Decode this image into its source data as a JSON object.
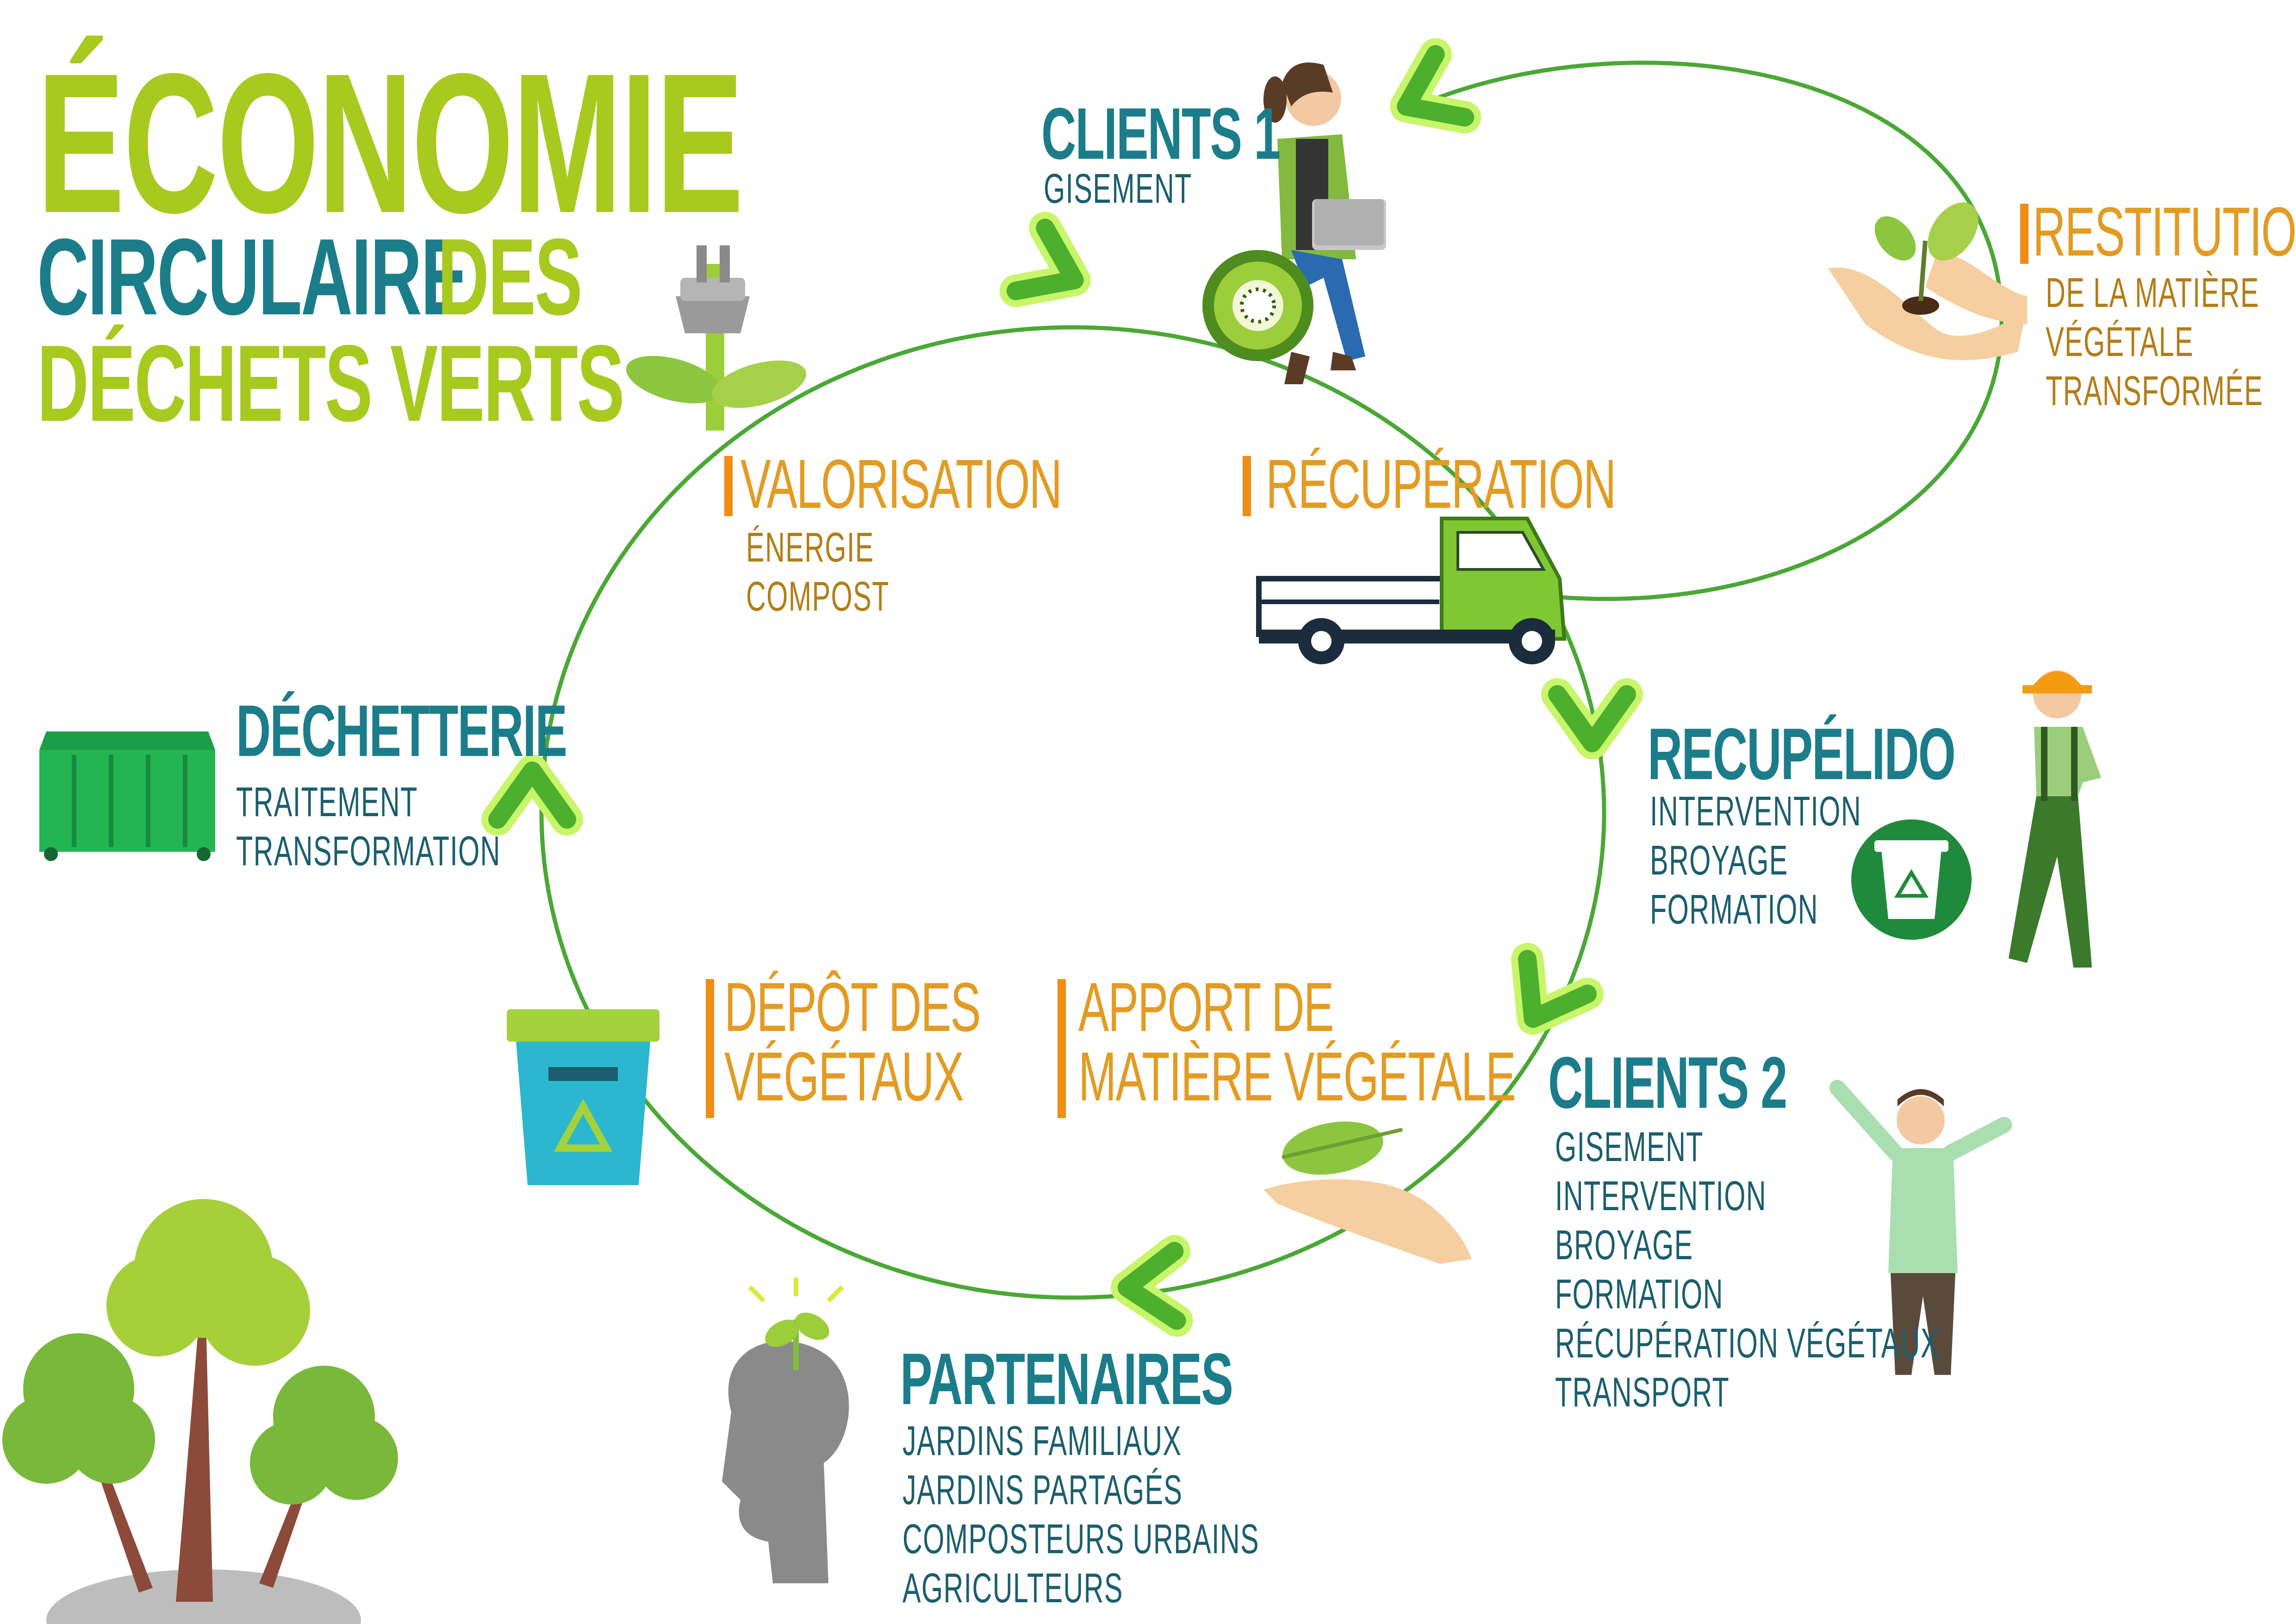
{
  "title": {
    "line1": "ÉCONOMIE",
    "line2a": "CIRCULAIRE",
    "line2b": "DES",
    "line3": "DÉCHETS VERTS"
  },
  "colors": {
    "lime": "#a8c91e",
    "teal": "#1b7d8a",
    "dark_teal": "#1b5e6e",
    "orange": "#e39b22",
    "dark_orange": "#b37d15",
    "accent_bar": "#ef8d14",
    "cycle_line": "#4aa834",
    "arrow_fill": "#5bb731",
    "arrow_glow": "#c8f56a"
  },
  "nodes": {
    "clients1": {
      "title": "CLIENTS 1",
      "lines": [
        "GISEMENT"
      ]
    },
    "restitution": {
      "title": "RESTITUTION",
      "lines": [
        "DE LA MATIÈRE",
        "VÉGÉTALE",
        "TRANSFORMÉE"
      ]
    },
    "recuperation": {
      "title": "RÉCUPÉRATION"
    },
    "valorisation": {
      "title": "VALORISATION",
      "lines": [
        "ÉNERGIE",
        "COMPOST"
      ]
    },
    "recupelido": {
      "title": "RECUPÉLIDO",
      "lines": [
        "INTERVENTION",
        "BROYAGE",
        "FORMATION"
      ]
    },
    "dechetterie": {
      "title": "DÉCHETTERIE",
      "lines": [
        "TRAITEMENT",
        "TRANSFORMATION"
      ]
    },
    "depot": {
      "title_lines": [
        "DÉPÔT DES",
        "VÉGÉTAUX"
      ]
    },
    "apport": {
      "title_lines": [
        "APPORT DE",
        "MATIÈRE VÉGÉTALE"
      ]
    },
    "clients2": {
      "title": "CLIENTS 2",
      "lines": [
        "GISEMENT",
        "INTERVENTION",
        "BROYAGE",
        "FORMATION",
        "RÉCUPÉRATION VÉGÉTAUX",
        "TRANSPORT"
      ]
    },
    "partenaires": {
      "title": "PARTENAIRES",
      "lines": [
        "JARDINS FAMILIAUX",
        "JARDINS PARTAGÉS",
        "COMPOSTEURS URBAINS",
        "AGRICULTEURS"
      ]
    }
  },
  "icons": [
    "person-laptop-icon",
    "kiwi-icon",
    "hand-sprout-icon",
    "plug-plant-icon",
    "truck-icon",
    "gardener-icon",
    "recycle-bin-icon",
    "dumpster-icon",
    "recycling-container-icon",
    "hand-leaf-icon",
    "arms-raised-person-icon",
    "head-plant-icon",
    "trees-icon",
    "chevron-arrow-icon"
  ]
}
